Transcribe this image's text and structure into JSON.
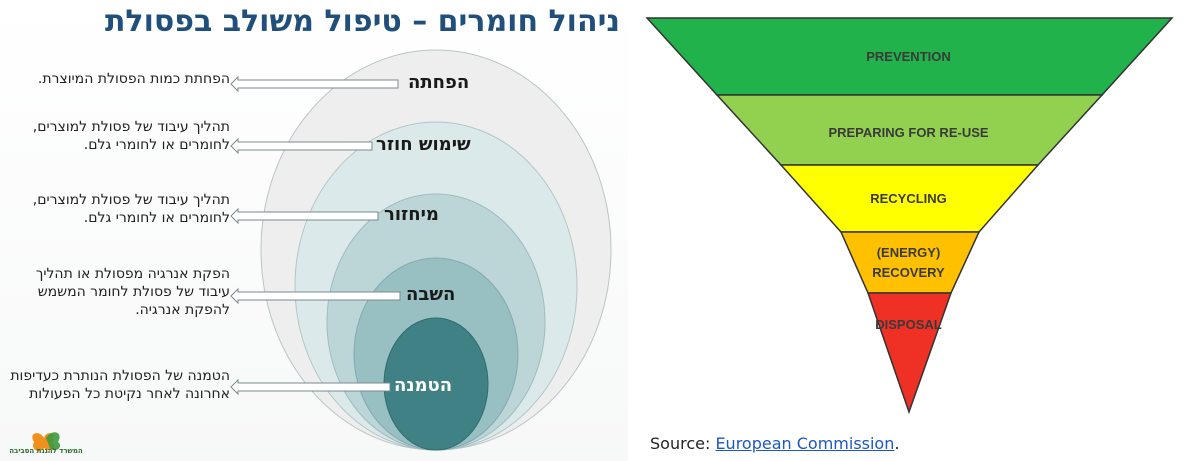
{
  "left_slide": {
    "title": "ניהול חומרים – טיפול משולב בפסולת",
    "circles": [
      {
        "label": "הפחתה",
        "description": "הפחתת כמות הפסולת המיוצרת."
      },
      {
        "label": "שימוש חוזר",
        "description": "תהליך עיבוד של פסולת למוצרים, לחומרים או לחומרי גלם."
      },
      {
        "label": "מיחזור",
        "description": "תהליך עיבוד של פסולת למוצרים, לחומרים או לחומרי גלם."
      },
      {
        "label": "השבה",
        "description": "הפקת אנרגיה מפסולת או תהליך עיבוד של פסולת לחומר המשמש להפקת אנרגיה."
      },
      {
        "label": "הטמנה",
        "description": "הטמנה של הפסולת הנותרת כעדיפות אחרונה לאחר נקיטת כל הפעולות"
      }
    ],
    "logo_text": "המשרד להגנת הסביבה"
  },
  "pyramid": {
    "tiers": [
      {
        "label": "PREVENTION",
        "color": "#21b24b"
      },
      {
        "label": "PREPARING FOR RE-USE",
        "color": "#92d050"
      },
      {
        "label": "RECYCLING",
        "color": "#ffff00"
      },
      {
        "label_line1": "(ENERGY)",
        "label_line2": "RECOVERY",
        "color": "#ffc000"
      },
      {
        "label": "DISPOSAL",
        "color": "#ee3124"
      }
    ]
  },
  "source": {
    "prefix": "Source: ",
    "link_text": "European Commission",
    "suffix": "."
  }
}
